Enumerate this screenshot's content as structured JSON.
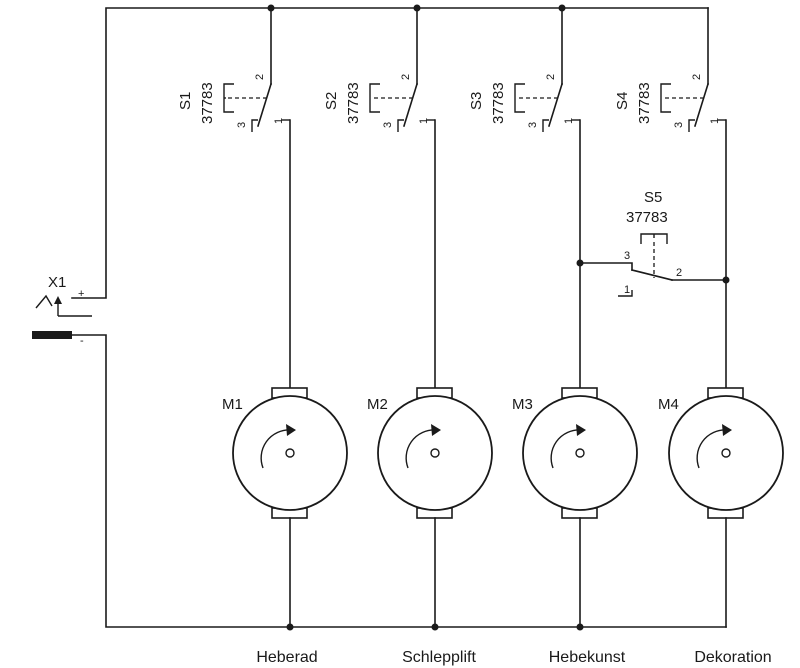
{
  "power_supply": {
    "label": "X1",
    "plus": "+",
    "minus": "-"
  },
  "switches": [
    {
      "name": "S1",
      "part": "37783",
      "pin_common": "2",
      "pin_nc": "3",
      "pin_no": "1"
    },
    {
      "name": "S2",
      "part": "37783",
      "pin_common": "2",
      "pin_nc": "3",
      "pin_no": "1"
    },
    {
      "name": "S3",
      "part": "37783",
      "pin_common": "2",
      "pin_nc": "3",
      "pin_no": "1"
    },
    {
      "name": "S4",
      "part": "37783",
      "pin_common": "2",
      "pin_nc": "3",
      "pin_no": "1"
    }
  ],
  "switch5": {
    "name": "S5",
    "part": "37783",
    "pin_common": "2",
    "pin_nc": "3",
    "pin_no": "1"
  },
  "motors": [
    {
      "name": "M1",
      "caption": "Heberad"
    },
    {
      "name": "M2",
      "caption": "Schlepplift"
    },
    {
      "name": "M3",
      "caption": "Hebekunst"
    },
    {
      "name": "M4",
      "caption": "Dekoration"
    }
  ]
}
